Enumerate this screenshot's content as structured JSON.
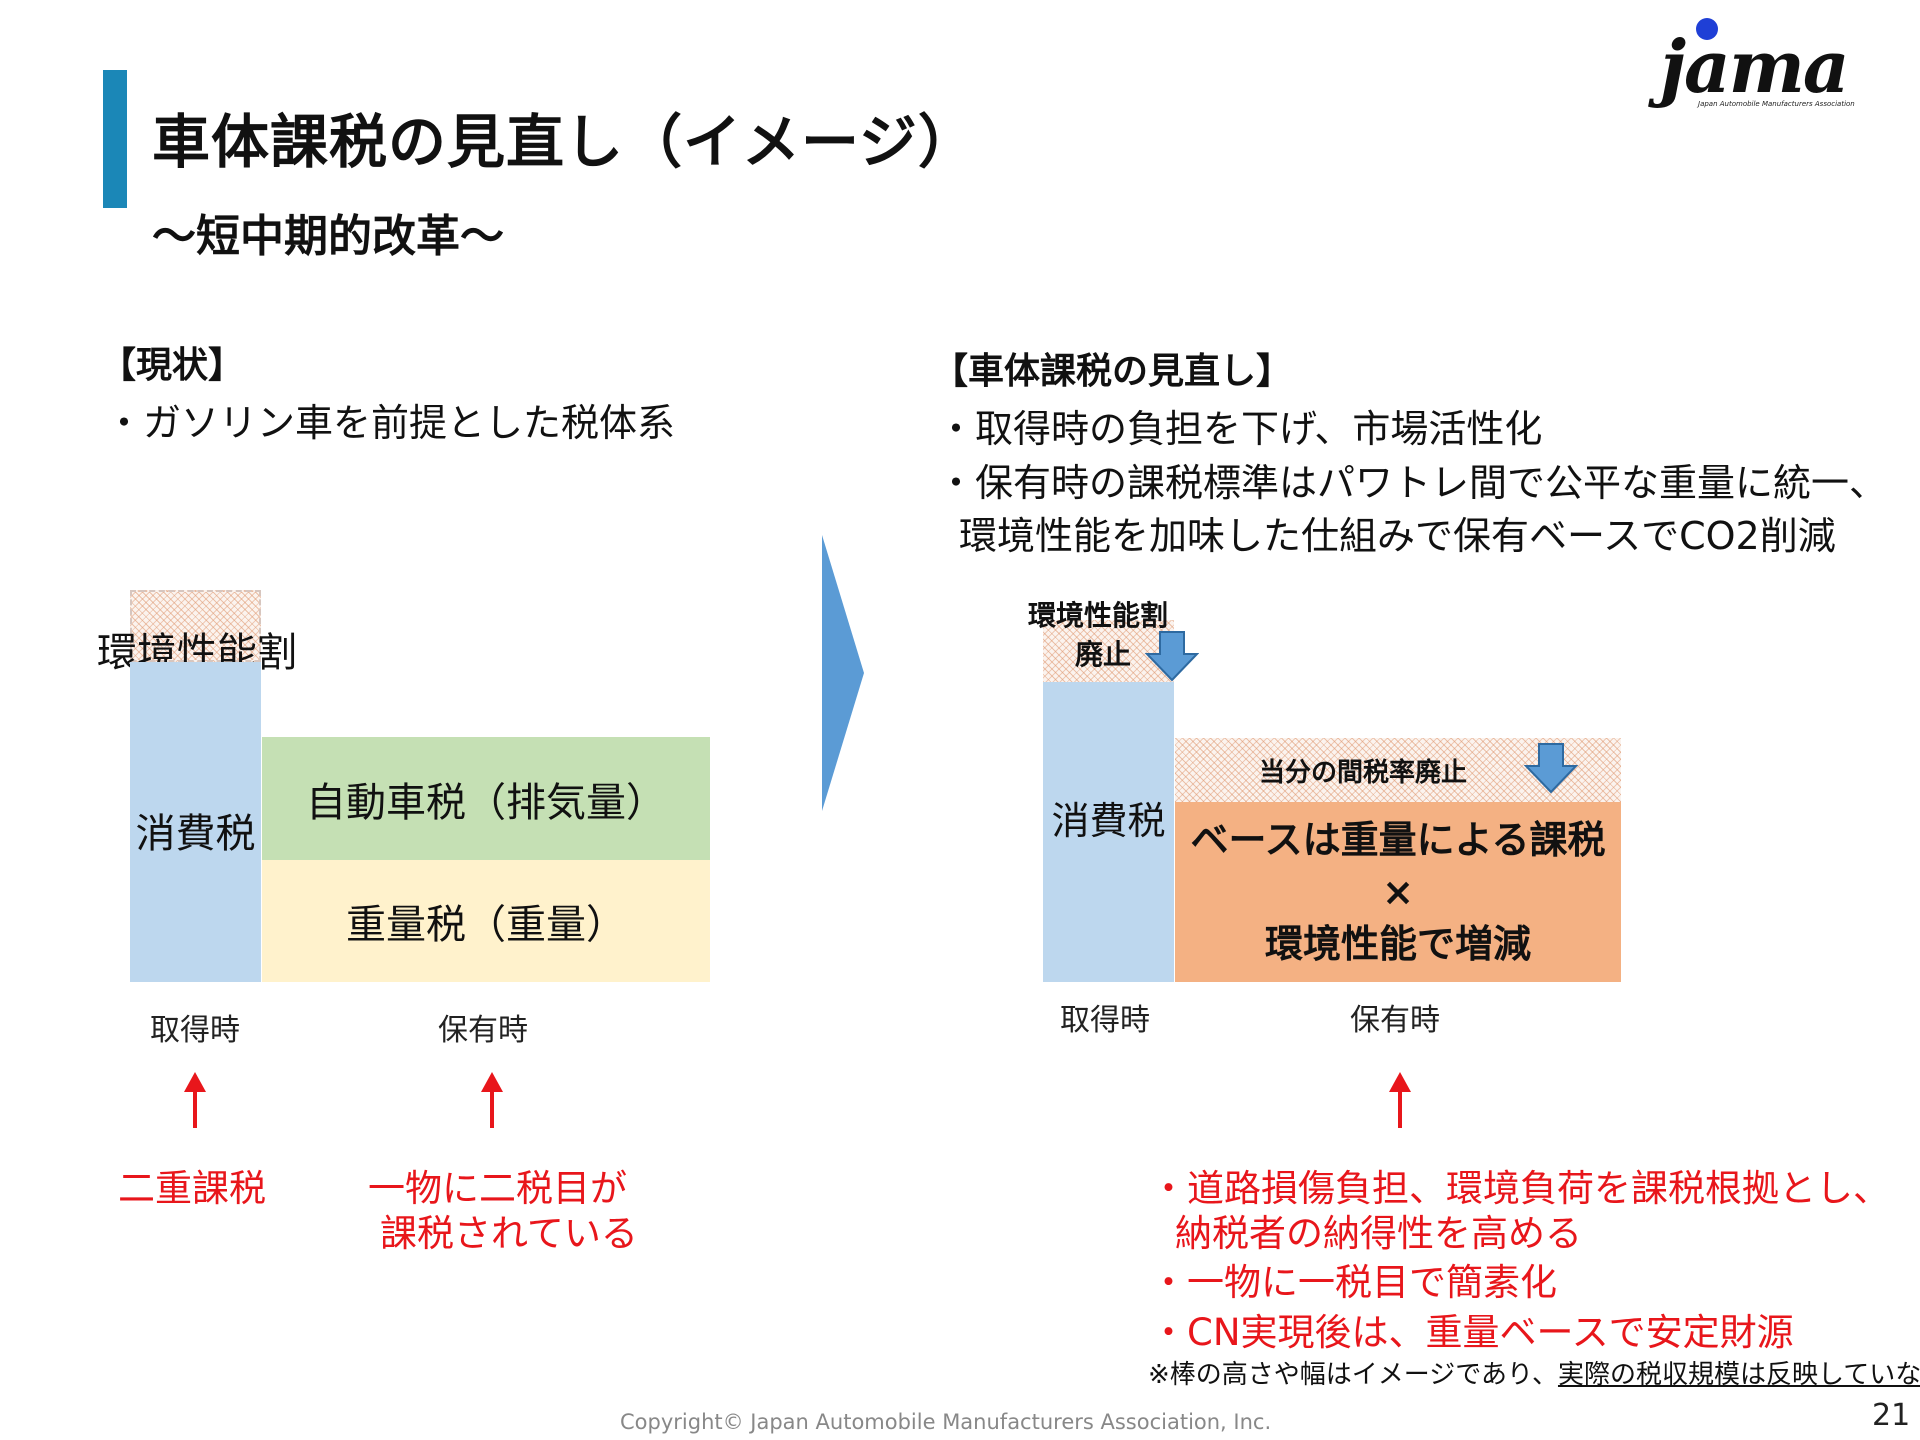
{
  "title": "車体課税の見直し（イメージ）",
  "subtitle": "～短中期的改革～",
  "logo": {
    "wordmark": "jama",
    "tagline": "Japan Automobile Manufacturers Association"
  },
  "left": {
    "heading": "【現状】",
    "bullet": "・ガソリン車を前提とした税体系",
    "chart": {
      "env_label": "環境性能割",
      "consumption_label": "消費税",
      "auto_tax_label": "自動車税（排気量）",
      "weight_tax_label": "重量税（重量）",
      "acquire_label": "取得時",
      "hold_label": "保有時"
    },
    "notes": {
      "double_tax": "二重課税",
      "single_item_line1": "一物に二税目が",
      "single_item_line2": "課税されている"
    }
  },
  "right": {
    "heading": "【車体課税の見直し】",
    "bullet1": "・取得時の負担を下げ、市場活性化",
    "bullet2_line1": "・保有時の課税標準はパワトレ間で公平な重量に統一、",
    "bullet2_line2": "環境性能を加味した仕組みで保有ベースでCO2削減",
    "chart": {
      "env_label_line1": "環境性能割",
      "env_label_line2": "廃止",
      "consumption_label": "消費税",
      "temp_rate_label": "当分の間税率廃止",
      "base_line1": "ベースは重量による課税",
      "base_line2": "×",
      "base_line3": "環境性能で増減",
      "acquire_label": "取得時",
      "hold_label": "保有時"
    },
    "notes": {
      "note1_line1": "・道路損傷負担、環境負荷を課税根拠とし、",
      "note1_line2": "納税者の納得性を高める",
      "note2": "・一物に一税目で簡素化",
      "note3": "・CN実現後は、重量ベースで安定財源"
    }
  },
  "disclaimer_prefix": "※棒の高さや幅はイメージであり、",
  "disclaimer_underlined": "実際の税収規模は反映していない",
  "copyright": "Copyright© Japan Automobile Manufacturers Association, Inc.",
  "page_number": "21",
  "colors": {
    "accent": "#1b87b7",
    "consumption": "#bdd7ee",
    "auto_tax": "#c5e0b4",
    "weight_tax": "#fff2cc",
    "weight_base": "#f4b183",
    "red_note": "#e8161b",
    "blue_arrow": "#5b9bd5"
  }
}
